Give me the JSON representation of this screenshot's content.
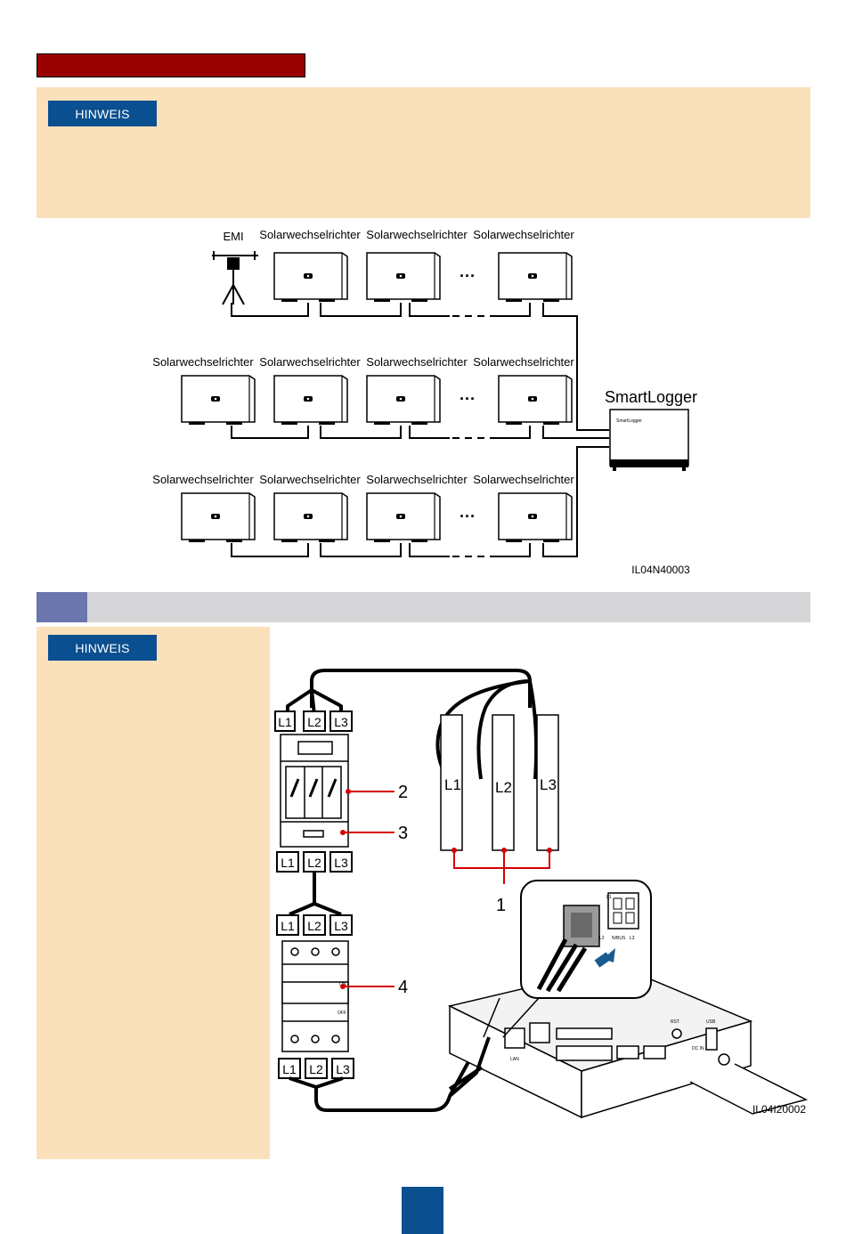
{
  "note_top": {
    "badge": "HINWEIS"
  },
  "diagram1": {
    "emi_label": "EMI",
    "row1_labels": [
      "Solarwechselrichter",
      "Solarwechselrichter",
      "Solarwechselrichter"
    ],
    "row2_labels": [
      "Solarwechselrichter",
      "Solarwechselrichter",
      "Solarwechselrichter",
      "Solarwechselrichter"
    ],
    "row3_labels": [
      "Solarwechselrichter",
      "Solarwechselrichter",
      "Solarwechselrichter",
      "Solarwechselrichter"
    ],
    "ellipsis": "···",
    "smartlogger_label": "SmartLogger",
    "smartlogger_device_text": "SmartLogger",
    "figure_id": "IL04N40003"
  },
  "note_bottom": {
    "badge": "HINWEIS"
  },
  "diagram2": {
    "phase_labels": [
      "L1",
      "L2",
      "L3"
    ],
    "callouts": [
      "1",
      "2",
      "3",
      "4"
    ],
    "breaker_on": "ON",
    "breaker_off": "OFF",
    "connector_labels": {
      "top": "L1",
      "l2": "L2",
      "n": "N/BUS",
      "l3": "L3"
    },
    "device_port_labels": {
      "lan": "LAN",
      "dc": "DC IN",
      "rst": "RST",
      "usb": "USB"
    },
    "figure_id": "IL04I20002"
  },
  "colors": {
    "red_bar": "#990000",
    "note_bg": "#fae1bb",
    "badge_blue": "#0a4f8f",
    "section_gray": "#d6d6d9",
    "section_num": "#6b75ae"
  }
}
